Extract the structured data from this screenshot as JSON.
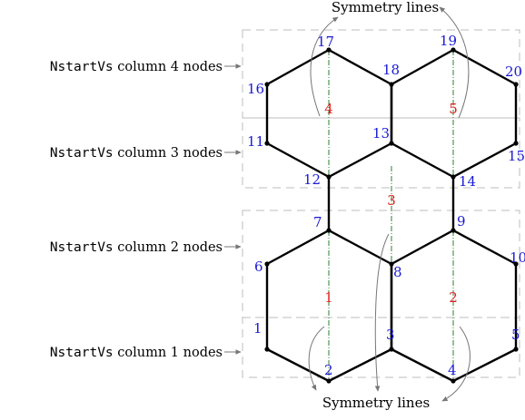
{
  "symmetry_label_top": "Symmetry lines",
  "symmetry_label_bottom": "Symmetry lines",
  "column_labels": [
    {
      "mono": "NstartVs",
      "rest": " column 4 nodes"
    },
    {
      "mono": "NstartVs",
      "rest": " column 3 nodes"
    },
    {
      "mono": "NstartVs",
      "rest": " column 2 nodes"
    },
    {
      "mono": "NstartVs",
      "rest": " column 1 nodes"
    }
  ],
  "node_labels": [
    "1",
    "2",
    "3",
    "4",
    "5",
    "6",
    "7",
    "8",
    "9",
    "10",
    "11",
    "12",
    "13",
    "14",
    "15",
    "16",
    "17",
    "18",
    "19",
    "20"
  ],
  "cell_labels": [
    "1",
    "2",
    "3",
    "4",
    "5"
  ],
  "colors": {
    "node_label": "#1a1ad6",
    "cell_label": "#e0201e",
    "symmetry_line": "#2e7d32",
    "dashed_box": "#bdbdbd",
    "edge": "#000000",
    "arrow": "#777777"
  }
}
